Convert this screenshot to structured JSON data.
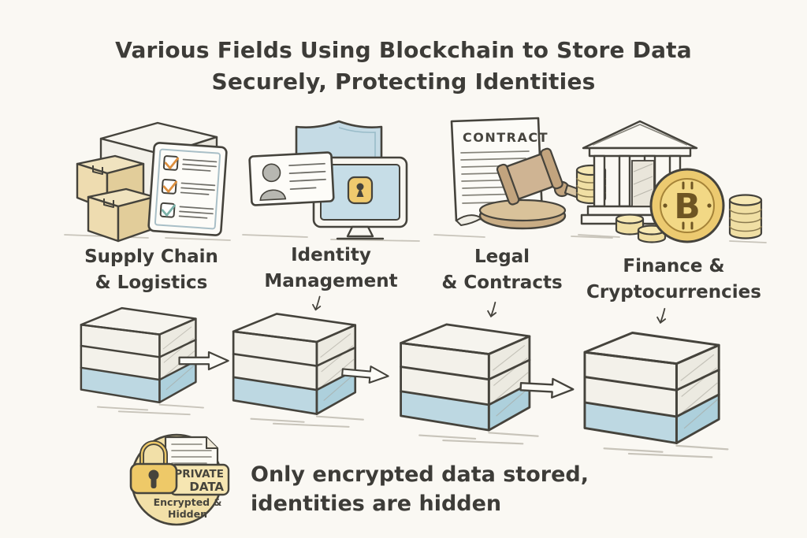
{
  "title": {
    "line1": "Various Fields Using Blockchain to Store Data",
    "line2": "Securely, Protecting Identities"
  },
  "fields": [
    {
      "name": "Supply Chain & Logistics",
      "label_line1": "Supply Chain",
      "label_line2": "& Logistics",
      "icons": [
        "package-boxes-icon",
        "large-crate-icon",
        "checklist-icon"
      ],
      "has_pointer_arrow_to_block": false
    },
    {
      "name": "Identity Management",
      "label_line1": "Identity",
      "label_line2": "Management",
      "icons": [
        "shield-icon",
        "id-card-icon",
        "monitor-icon",
        "lock-badge-icon"
      ],
      "has_pointer_arrow_to_block": true
    },
    {
      "name": "Legal & Contracts",
      "label_line1": "Legal",
      "label_line2": "& Contracts",
      "document_title": "CONTRACT",
      "icons": [
        "contract-document-icon",
        "gavel-icon"
      ],
      "has_pointer_arrow_to_block": true
    },
    {
      "name": "Finance & Cryptocurrencies",
      "label_line1": "Finance &",
      "label_line2": "Cryptocurrencies",
      "coin_symbol": "₿",
      "coin_letter": "B",
      "icons": [
        "bank-icon",
        "coin-stacks-icon",
        "bitcoin-coin-icon"
      ],
      "has_pointer_arrow_to_block": true
    }
  ],
  "blockchain": {
    "block_count": 4,
    "flow_arrows_between_blocks": 3,
    "block_layers_per_block": 3,
    "bottom_layer_color": "#bdd8e2"
  },
  "private_data_badge": {
    "tag_line1": "PRIVATE",
    "tag_line2": "DATA",
    "sub_line1": "Encrypted &",
    "sub_line2": "Hidden",
    "icons": [
      "padlock-icon",
      "document-icon"
    ]
  },
  "footer_note": {
    "line1": "Only encrypted data stored,",
    "line2": "identities are hidden"
  },
  "colors": {
    "background": "#faf8f3",
    "ink_outline": "#45433c",
    "text": "#3d3c38",
    "block_blue": "#bdd8e2",
    "cardboard_tan": "#eedcb0",
    "gold_coin": "#ecca70",
    "pale_gold_stack": "#f0dfa4",
    "badge_yellow": "#f2e0a8",
    "lock_yellow": "#eec968",
    "check_orange": "#dd8f3e",
    "check_teal": "#7cb2a9",
    "screen_blue": "#c6dde7"
  }
}
